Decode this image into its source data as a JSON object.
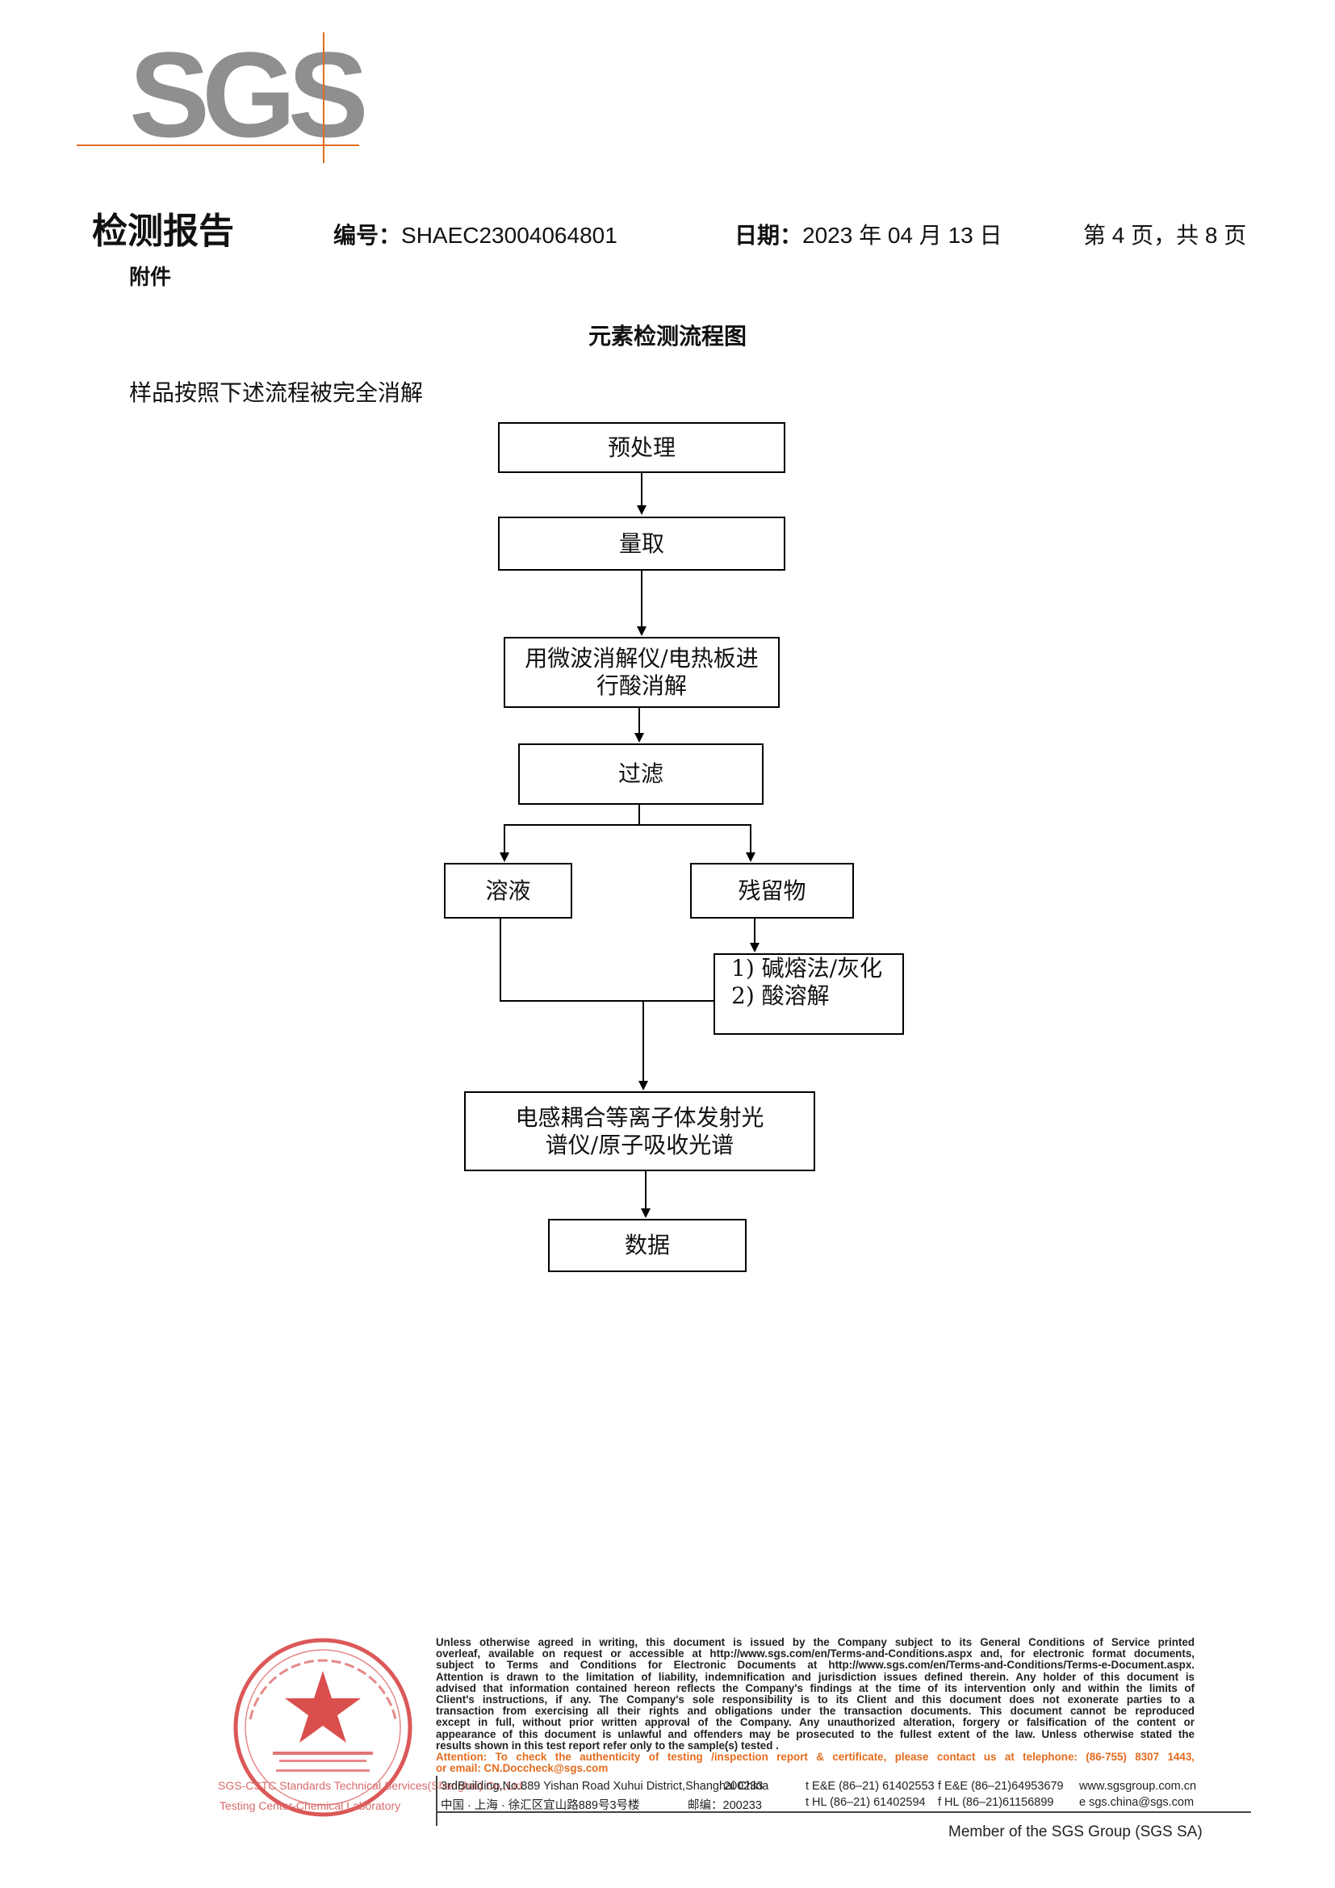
{
  "logo": {
    "text": "SGS",
    "color": "#8f8f8f",
    "accent": "#e36c1f"
  },
  "header": {
    "title": "检测报告",
    "number_label": "编号：",
    "number_value": "SHAEC23004064801",
    "date_label": "日期：",
    "date_value": "2023 年 04 月 13 日",
    "page_label": "第 4 页，共 8 页",
    "annex": "附件"
  },
  "chart": {
    "title": "元素检测流程图",
    "intro": "样品按照下述流程被完全消解",
    "steps": {
      "pretreatment": "预处理",
      "measure": "量取",
      "digest_line1": "用微波消解仪/电热板进",
      "digest_line2": "行酸消解",
      "filter": "过滤",
      "solution": "溶液",
      "residue": "残留物",
      "residue_step1": "1) 碱熔法/灰化",
      "residue_step2": "2) 酸溶解",
      "icp_line1": "电感耦合等离子体发射光",
      "icp_line2": "谱仪/原子吸收光谱",
      "data": "数据"
    }
  },
  "footer": {
    "legal_lines": [
      "Unless otherwise agreed in writing, this document is issued by the Company subject to its General Conditions of Service printed",
      "overleaf, available on request or accessible at http://www.sgs.com/en/Terms-and-Conditions.aspx and, for electronic format documents,",
      "subject to Terms and Conditions for Electronic Documents at http://www.sgs.com/en/Terms-and-Conditions/Terms-e-Document.aspx.",
      "Attention is drawn to the limitation of liability, indemnification and jurisdiction issues defined therein. Any holder of this document is",
      "advised that information contained hereon reflects the Company's findings at the time of its intervention only and within the limits of",
      "Client's instructions, if any. The Company's sole responsibility is to its Client and this document does not exonerate parties to a",
      "transaction from exercising all their rights and obligations under the transaction documents. This document cannot be reproduced",
      "except in full, without prior written approval of the Company. Any unauthorized alteration, forgery or falsification of the content or",
      "appearance of this document is unlawful and offenders may be prosecuted to the fullest extent of the law. Unless otherwise stated the",
      "results shown in this test report refer only to the sample(s) tested ."
    ],
    "attention_line1": "Attention: To check the authenticity of testing /inspection report & certificate, please contact us at telephone: (86-755) 8307 1443,",
    "attention_line2": "or email: CN.Doccheck@sgs.com",
    "address_en": "3rdBuilding,No.889 Yishan Road Xuhui District,Shanghai China",
    "postcode_en": "200233",
    "address_cn": "中国 · 上海 · 徐汇区宜山路889号3号楼",
    "postcode_cn_label": "邮编：",
    "postcode_cn": "200233",
    "tel_ee": "t E&E (86–21) 61402553",
    "fax_ee": "f E&E (86–21)64953679",
    "web": "www.sgsgroup.com.cn",
    "tel_hl": "t HL (86–21) 61402594",
    "fax_hl": "f HL (86–21)61156899",
    "email": "e  sgs.china@sgs.com",
    "member": "Member of the SGS Group (SGS SA)",
    "stamp_left_line1": "SGS-CSTC",
    "stamp_left_line2": "Testing Center-Chemical",
    "stamp_side_line1": "Standards Technical Services(Shanghai) Co.,Ltd.",
    "stamp_side_line2": "Laboratory",
    "stamp_color": "#d63b3b"
  }
}
